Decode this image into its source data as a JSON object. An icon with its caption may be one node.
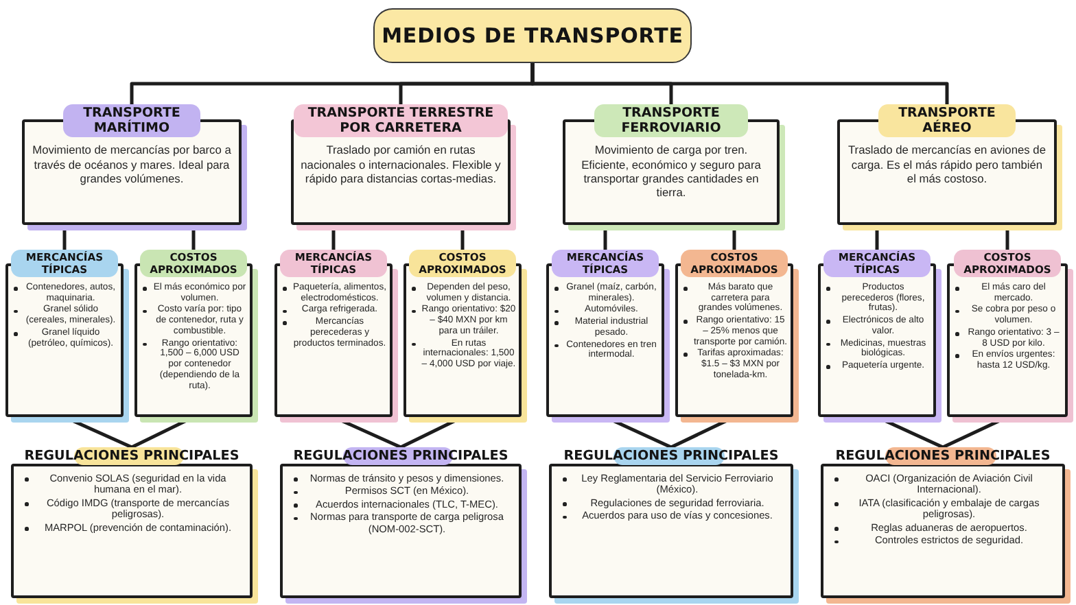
{
  "diagram": {
    "nodes": [
      {
        "text": [
          "MEDIOS DE TRANSPORTE"
        ]
      },
      {
        "text": [
          "TRANSPORTE MARÍTIMO",
          "Movimiento de mercancías por barco a través de océanos y mares. Ideal para grandes volúmenes."
        ]
      },
      {
        "text": [
          "TRANSPORTE TERRESTRE POR CARRETERA",
          "Traslado por camión en rutas nacionales o internacionales. Flexible y rápido para distancias cortas-medias."
        ]
      },
      {
        "text": [
          "TRANSPORTE FERROVIARIO",
          "Movimiento de carga por tren. Eficiente, económico y seguro para transportar grandes cantidades en tierra."
        ]
      },
      {
        "text": [
          "TRANSPORTE AÉREO",
          "Traslado de mercancías en aviones de carga. Es el más rápido pero también el más costoso."
        ]
      },
      {
        "text": [
          "MERCANCÍAS TÍPICAS",
          "Contenedores, autos, maquinaria.",
          "Granel sólido (cereales, minerales).",
          "Granel líquido (petróleo, químicos)."
        ]
      },
      {
        "text": [
          "COSTOS APROXIMADOS",
          "El más económico por volumen.",
          "Costo varía por: tipo de contenedor, ruta y combustible.",
          "Rango orientativo: 1,500 – 6,000 USD por contenedor (dependiendo de la ruta)."
        ]
      },
      {
        "text": [
          "MERCANCÍAS TÍPICAS",
          "Paquetería, alimentos, electrodomésticos.",
          "Carga refrigerada.",
          "Mercancías perecederas y productos terminados."
        ]
      },
      {
        "text": [
          "COSTOS APROXIMADOS",
          "Dependen del peso, volumen y distancia.",
          "Rango orientativo: $20 – $40 MXN por km para un tráiler.",
          "En rutas internacionales: 1,500 – 4,000 USD por viaje."
        ]
      },
      {
        "text": [
          "MERCANCÍAS TÍPICAS",
          "Granel (maíz, carbón, minerales).",
          "Automóviles.",
          "Material industrial pesado.",
          "Contenedores en tren intermodal."
        ]
      },
      {
        "text": [
          "COSTOS APROXIMADOS",
          "Más barato que carretera para grandes volúmenes.",
          "Rango orientativo: 15 – 25% menos que transporte por camión.",
          "Tarifas aproximadas: $1.5 – $3 MXN por tonelada-km."
        ]
      },
      {
        "text": [
          "MERCANCÍAS TÍPICAS",
          "Productos perecederos (flores, frutas).",
          "Electrónicos de alto valor.",
          "Medicinas, muestras biológicas.",
          "Paquetería urgente."
        ]
      },
      {
        "text": [
          "COSTOS APROXIMADOS",
          "El más caro del mercado.",
          "Se cobra por peso o volumen.",
          "Rango orientativo: 3 – 8 USD por kilo.",
          "En envíos urgentes: hasta 12 USD/kg."
        ]
      },
      {
        "text": [
          "REGULACIONES PRINCIPALES",
          "Convenio SOLAS (seguridad en la vida humana en el mar).",
          "Código IMDG (transporte de mercancías peligrosas).",
          "MARPOL (prevención de contaminación)."
        ]
      },
      {
        "text": [
          "REGULACIONES PRINCIPALES",
          "Normas de tránsito y pesos y dimensiones.",
          "Permisos SCT (en México).",
          "Acuerdos internacionales (TLC, T-MEC).",
          "Normas para transporte de carga peligrosa (NOM-002-SCT)."
        ]
      },
      {
        "text": [
          "REGULACIONES PRINCIPALES",
          "Ley Reglamentaria del Servicio Ferroviario (México).",
          "Regulaciones de seguridad ferroviaria.",
          "Acuerdos para uso de vías y concesiones."
        ]
      },
      {
        "text": [
          "REGULACIONES PRINCIPALES",
          "OACI (Organización de Aviación Civil Internacional).",
          "IATA (clasificación y embalaje de cargas peligrosas).",
          "Reglas aduaneras de aeropuertos.",
          "Controles estrictos de seguridad."
        ]
      }
    ],
    "edges": [
      {
        "from": 0,
        "to": 1,
        "arrow": "none"
      },
      {
        "from": 0,
        "to": 2,
        "arrow": "none"
      },
      {
        "from": 0,
        "to": 3,
        "arrow": "none"
      },
      {
        "from": 0,
        "to": 4,
        "arrow": "none"
      },
      {
        "from": 1,
        "to": 5,
        "arrow": "none"
      },
      {
        "from": 1,
        "to": 6,
        "arrow": "none"
      },
      {
        "from": 2,
        "to": 7,
        "arrow": "none"
      },
      {
        "from": 2,
        "to": 8,
        "arrow": "none"
      },
      {
        "from": 3,
        "to": 9,
        "arrow": "none"
      },
      {
        "from": 3,
        "to": 10,
        "arrow": "none"
      },
      {
        "from": 4,
        "to": 11,
        "arrow": "none"
      },
      {
        "from": 4,
        "to": 12,
        "arrow": "none"
      },
      {
        "from": 5,
        "to": 13,
        "arrow": "none"
      },
      {
        "from": 6,
        "to": 13,
        "arrow": "none"
      },
      {
        "from": 7,
        "to": 14,
        "arrow": "none"
      },
      {
        "from": 8,
        "to": 14,
        "arrow": "none"
      },
      {
        "from": 9,
        "to": 15,
        "arrow": "none"
      },
      {
        "from": 10,
        "to": 15,
        "arrow": "none"
      },
      {
        "from": 11,
        "to": 16,
        "arrow": "none"
      },
      {
        "from": 12,
        "to": 16,
        "arrow": "none"
      }
    ]
  }
}
